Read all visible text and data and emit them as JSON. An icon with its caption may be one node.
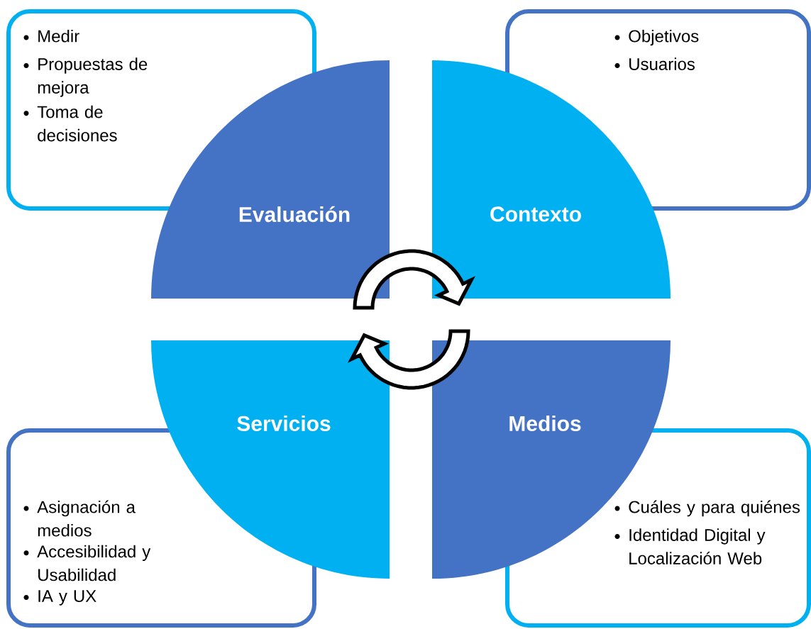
{
  "diagram": {
    "nodes": [
      {
        "text": [
          "Medir",
          "Propuestas de mejora",
          "Toma de decisiones"
        ]
      },
      {
        "text": [
          "Objetivos",
          "Usuarios"
        ]
      },
      {
        "text": [
          "Evaluación"
        ]
      },
      {
        "text": [
          "Contexto"
        ]
      },
      {
        "text": [
          "Servicios"
        ]
      },
      {
        "text": [
          "Medios"
        ]
      },
      {
        "text": [
          "Asignación a medios",
          "Accesibilidad y Usabilidad",
          "IA y UX"
        ]
      },
      {
        "text": [
          "Cuáles y para quiénes",
          "Identidad Digital y Localización Web"
        ]
      }
    ],
    "edges": [
      {
        "from": 2,
        "to": 3,
        "arrow": "to"
      },
      {
        "from": 5,
        "to": 4,
        "arrow": "to"
      }
    ]
  }
}
